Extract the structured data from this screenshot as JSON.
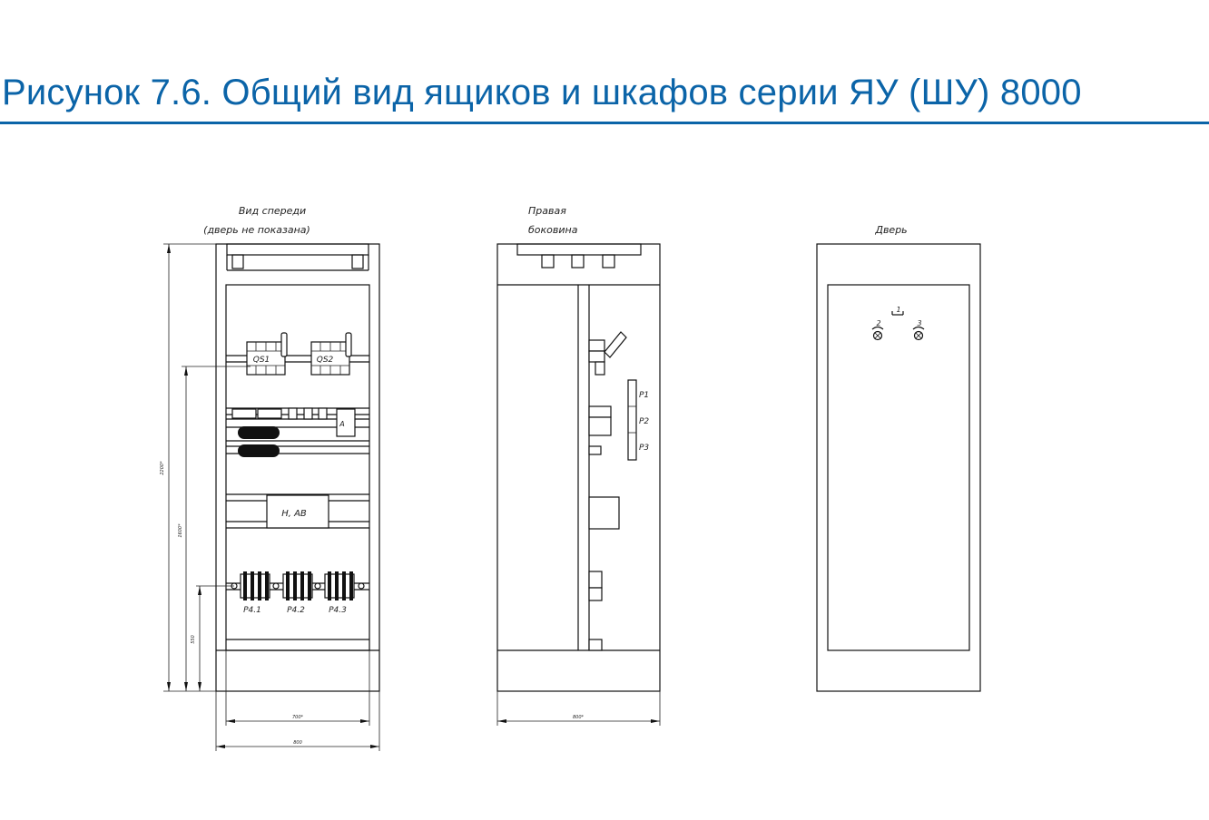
{
  "title": "Рисунок 7.6. Общий вид  ящиков и шкафов серии ЯУ (ШУ) 8000",
  "views": {
    "front": {
      "label_line1": "Вид спереди",
      "label_line2": "(дверь не показана)"
    },
    "side": {
      "label_line1": "Правая",
      "label_line2": "боковина"
    },
    "door": {
      "label": "Дверь"
    }
  },
  "front_items": {
    "qs1": "QS1",
    "qs2": "QS2",
    "meter": "A",
    "breaker": "H, AB",
    "p41": "P4.1",
    "p42": "P4.2",
    "p43": "P4.3"
  },
  "side_items": {
    "p1": "P1",
    "p2": "P2",
    "p3": "P3"
  },
  "door_items": {
    "item1": "1",
    "item2": "2",
    "item3": "3"
  },
  "dimensions": {
    "overall_height": "2200*",
    "mid_height": "1600*",
    "low_height": "550",
    "inner_width": "700*",
    "outer_width": "800",
    "side_depth": "800*"
  }
}
